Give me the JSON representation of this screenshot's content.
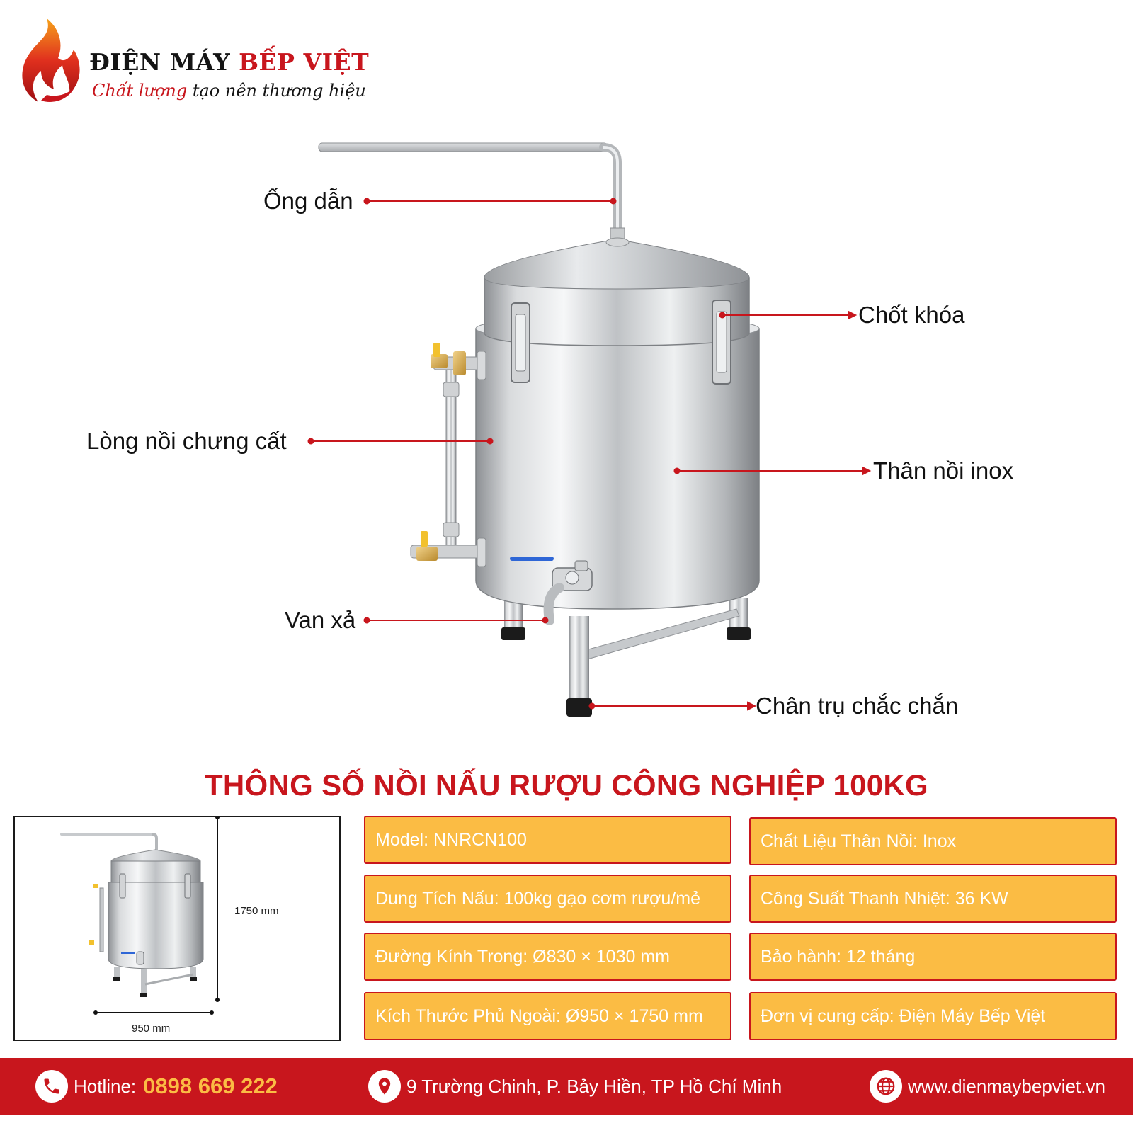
{
  "brand": {
    "name_black": "ĐIỆN MÁY",
    "name_red": "BẾP VIỆT",
    "slogan_red": "Chất lượng",
    "slogan_black": "tạo nên thương hiệu"
  },
  "product_labels": {
    "ong_dan": "Ống dẫn",
    "chot_khoa": "Chốt khóa",
    "long_noi": "Lòng nồi chưng cất",
    "than_noi": "Thân nồi inox",
    "van_xa": "Van xả",
    "chan_tru": "Chân trụ chắc chắn"
  },
  "spec_title": "THÔNG SỐ NỒI NẤU RƯỢU CÔNG NGHIỆP 100KG",
  "dimensions": {
    "height": "1750 mm",
    "width": "950 mm"
  },
  "specs": {
    "model": "Model: NNRCN100",
    "capacity": "Dung Tích Nấu: 100kg gạo cơm rượu/mẻ",
    "inner_diameter": "Đường Kính Trong: Ø830 × 1030 mm",
    "outer_size": "Kích Thước Phủ Ngoài: Ø950 × 1750 mm",
    "material": "Chất Liệu Thân Nồi: Inox",
    "power": "Công Suất Thanh Nhiệt: 36 KW",
    "warranty": "Bảo hành: 12 tháng",
    "supplier": "Đơn vị cung cấp: Điện Máy Bếp Việt"
  },
  "footer": {
    "hotline_label": "Hotline:",
    "hotline_number": "0898 669 222",
    "address": "9 Trường Chinh, P. Bảy Hiền, TP Hồ Chí Minh",
    "website": "www.dienmaybepviet.vn"
  },
  "colors": {
    "brand_red": "#c8161d",
    "card_yellow": "#fbbc44",
    "hotline_yellow": "#fbbc44"
  },
  "icons": [
    "flame-logo-icon",
    "phone-icon",
    "location-pin-icon",
    "globe-icon"
  ]
}
